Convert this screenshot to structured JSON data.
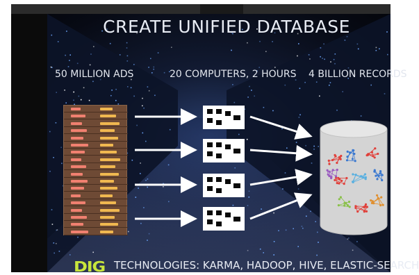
{
  "slide": {
    "title": "CREATE UNIFIED DATABASE",
    "labels": {
      "ads": "50 MILLION ADS",
      "computers": "20 COMPUTERS, 2 HOURS",
      "records": "4 BILLION RECORDS"
    },
    "footer": {
      "logo": "DIG",
      "technologies": "TECHNOLOGIES: KARMA, HADOOP, HIVE, ELASTIC-SEARCH"
    }
  },
  "colors": {
    "background": "#0a1020",
    "ads_panel": "#6e4a35",
    "ad_bar_red": "#f08070",
    "ad_bar_gold": "#f0b850",
    "computer": "#ffffff",
    "database": "#d8d8d8",
    "logo": "#c8e63c",
    "text": "#e8ecf4"
  },
  "icons": [
    "ads-stack-icon",
    "computer-icon",
    "arrow-icon",
    "database-cylinder-icon",
    "graph-cluster-icon"
  ]
}
